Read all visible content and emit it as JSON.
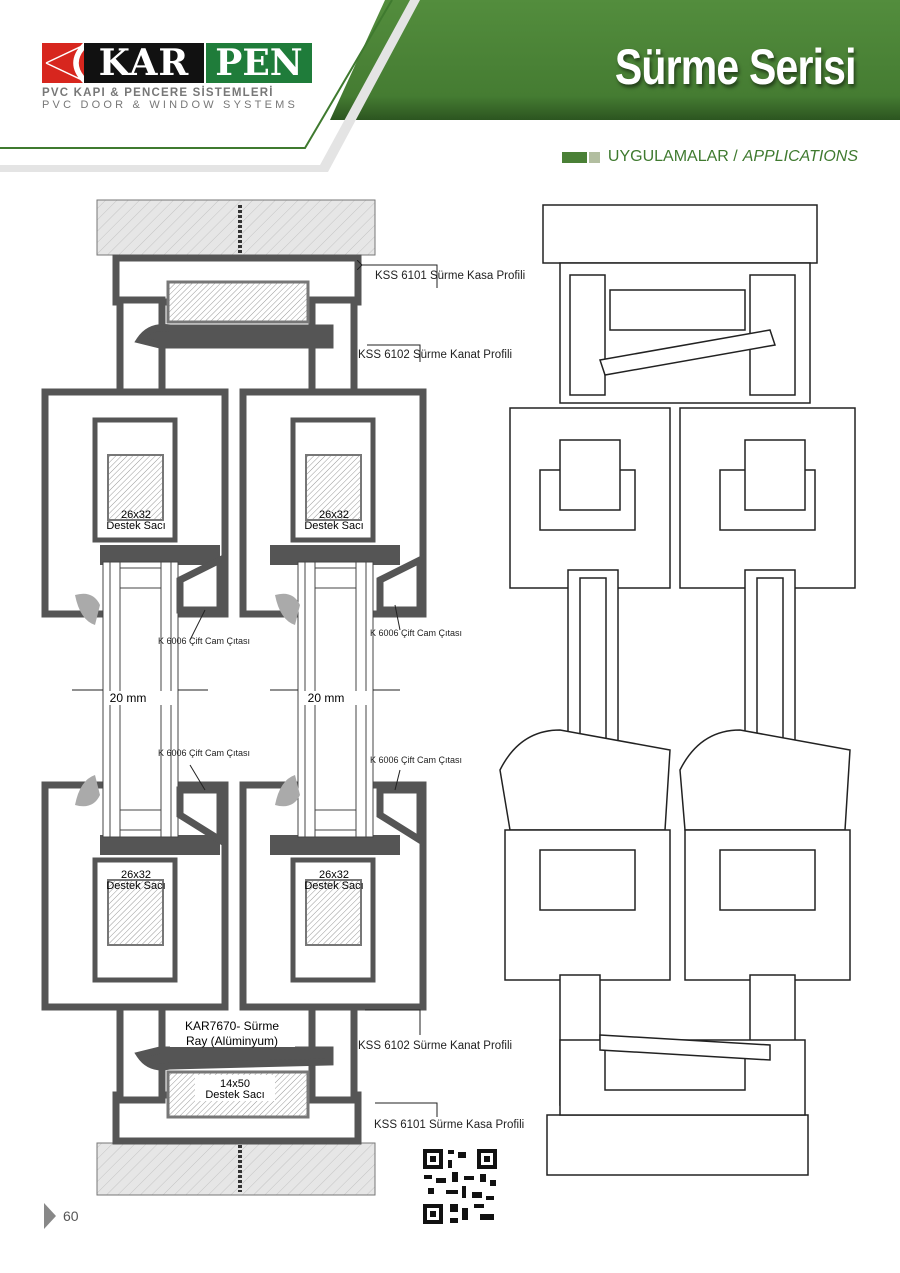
{
  "header": {
    "logo_kar": "KAR",
    "logo_pen": "PEN",
    "logo_sub_tr": "PVC KAPI & PENCERE SİSTEMLERİ",
    "logo_sub_en": "PVC DOOR & WINDOW SYSTEMS",
    "title": "Sürme Serisi",
    "section_tr": "UYGULAMALAR /",
    "section_en": "APPLICATIONS",
    "colors": {
      "green": "#4a8036",
      "red": "#d7261e",
      "profile": "#555555"
    }
  },
  "drawing": {
    "labels": {
      "kasa_top": "KSS 6101 Sürme Kasa Profili",
      "kanat_top": "KSS 6102 Sürme Kanat Profili",
      "destek_1_size": "26x32",
      "destek_1_name": "Destek Sacı",
      "cam_citasi_left_top": "K 6006 Çift Cam Çıtası",
      "cam_citasi_right_top": "K 6006 Çift Cam Çıtası",
      "glass_left": "20 mm",
      "glass_right": "20 mm",
      "cam_citasi_left_bottom": "K 6006 Çift Cam Çıtası",
      "cam_citasi_right_bottom": "K 6006 Çift Cam Çıtası",
      "ray_line1": "KAR7670- Sürme",
      "ray_line2": "Ray (Alüminyum)",
      "kanat_bottom": "KSS 6102 Sürme Kanat Profili",
      "destek_2_size": "14x50",
      "destek_2_name": "Destek Sacı",
      "kasa_bottom": "KSS 6101 Sürme Kasa Profili"
    }
  },
  "footer": {
    "page_number": "60"
  }
}
